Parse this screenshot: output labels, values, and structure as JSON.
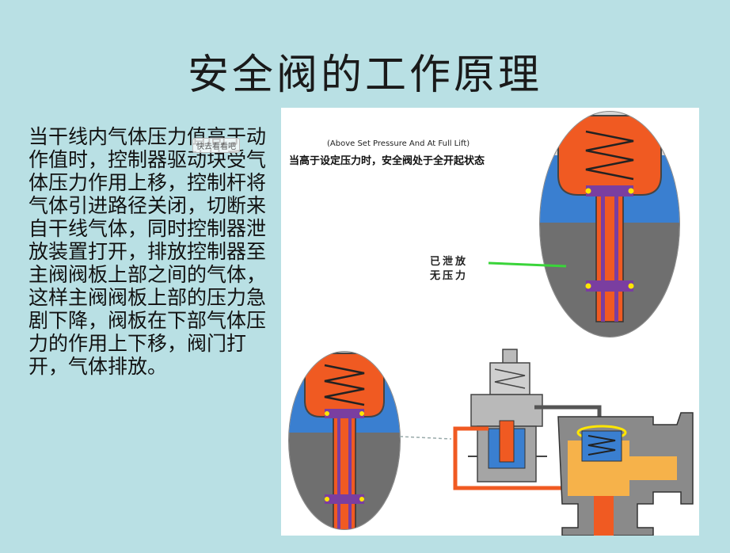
{
  "slide": {
    "title": "安全阀的工作原理",
    "body_text": "当干线内气体压力值高于动作值时，控制器驱动块受气体压力作用上移，控制杆将气体引进路径关闭，切断来自干线气体，同时控制器泄放装置打开，排放控制器至主阀阀板上部之间的气体，这样主阀阀板上部的压力急剧下降，阀板在下部气体压力的作用上下移，阀门打开，气体排放。",
    "overlay_badge": "快去看看吧"
  },
  "diagram": {
    "caption_en": "(Above Set Pressure And At Full Lift)",
    "caption_cn": "当高于设定压力时，安全阀处于全开起状态",
    "callout_line1": "已泄放",
    "callout_line2": "无压力"
  },
  "colors": {
    "background": "#b9e0e4",
    "spring_chamber": "#f05a22",
    "blue_fluid": "#3a7fd0",
    "body_grey": "#6f6f6f",
    "guide_purple": "#7a3ea0",
    "callout_line": "#3ad43a",
    "main_valve_fluid": "#f6b24a"
  }
}
